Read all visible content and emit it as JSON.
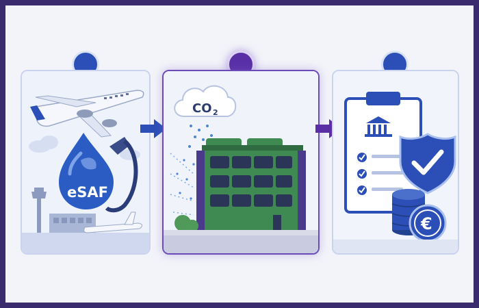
{
  "panels": {
    "left": {
      "label": "eSAF"
    },
    "middle": {
      "co2_main": "CO",
      "co2_sub": "2"
    },
    "right": {
      "currency_symbol": "€"
    }
  },
  "colors": {
    "frame": "#3a2a6e",
    "background": "#f3f4f9",
    "blue_accent": "#2b4fb6",
    "purple_accent": "#5a2fa6",
    "plant_green": "#3e8a52",
    "plant_purple": "#4a3a8c"
  },
  "icons": [
    "airplane-icon",
    "fuel-drop-icon",
    "fuel-nozzle-icon",
    "control-tower-icon",
    "cloud-icon",
    "direct-air-capture-plant-icon",
    "clipboard-icon",
    "bank-icon",
    "checklist-icon",
    "shield-check-icon",
    "coin-stack-icon",
    "euro-coin-icon",
    "arrow-right-icon"
  ]
}
